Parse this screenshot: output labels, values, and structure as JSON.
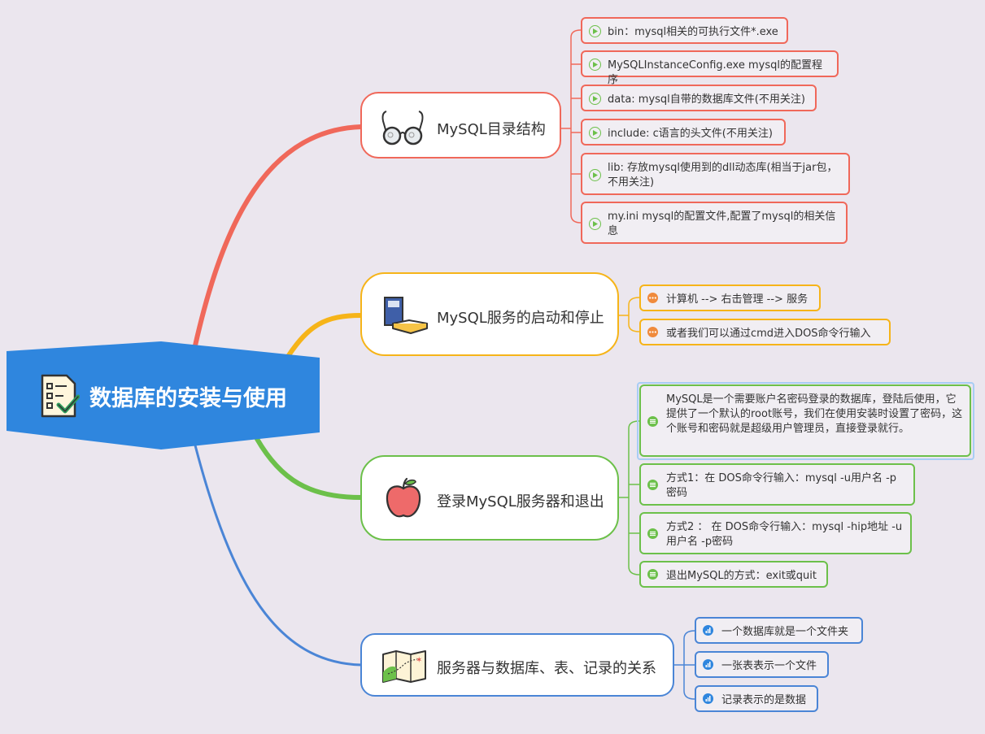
{
  "colors": {
    "background": "#ebe6ee",
    "root": "#2f86de",
    "red": "#f0685a",
    "orange": "#f6b419",
    "green": "#6cc04a",
    "blue": "#4a85d6"
  },
  "root": {
    "title": "数据库的安装与使用",
    "icon": "checklist-icon"
  },
  "branches": [
    {
      "title": "MySQL目录结构",
      "icon": "glasses-icon",
      "items": [
        "bin：mysql相关的可执行文件*.exe",
        "MySQLInstanceConfig.exe mysql的配置程序",
        "data: mysql自带的数据库文件(不用关注)",
        "include: c语言的头文件(不用关注)",
        "lib: 存放mysql使用到的dll动态库(相当于jar包，不用关注)",
        "my.ini mysql的配置文件,配置了mysql的相关信息"
      ]
    },
    {
      "title": "MySQL服务的启动和停止",
      "icon": "books-icon",
      "items": [
        "计算机 --> 右击管理 --> 服务",
        "或者我们可以通过cmd进入DOS命令行输入"
      ]
    },
    {
      "title": "登录MySQL服务器和退出",
      "icon": "apple-icon",
      "items": [
        "MySQL是一个需要账户名密码登录的数据库，登陆后使用，它提供了一个默认的root账号，我们在使用安装时设置了密码，这个账号和密码就是超级用户管理员，直接登录就行。",
        "方式1：在 DOS命令行输入：mysql -u用户名 -p密码",
        "方式2 ： 在 DOS命令行输入：mysql -hip地址 -u用户名 -p密码",
        "退出MySQL的方式：exit或quit"
      ]
    },
    {
      "title": "服务器与数据库、表、记录的关系",
      "icon": "map-icon",
      "items": [
        "一个数据库就是一个文件夹",
        "一张表表示一个文件",
        "记录表示的是数据"
      ]
    }
  ]
}
